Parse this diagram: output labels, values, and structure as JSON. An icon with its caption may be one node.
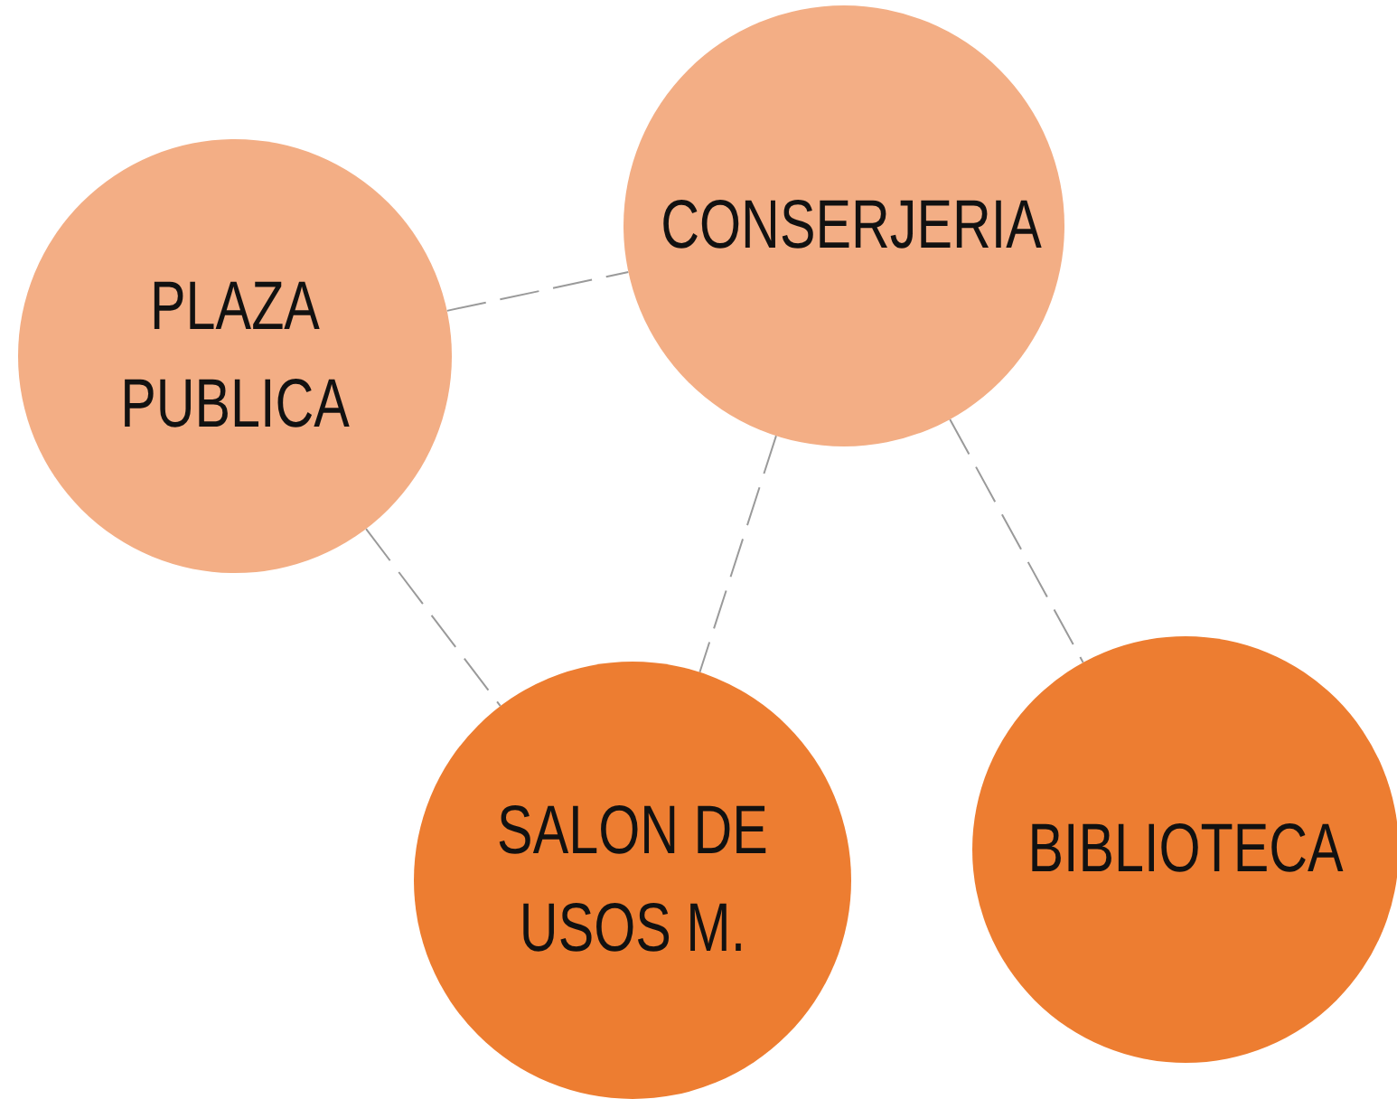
{
  "diagram": {
    "nodes": [
      {
        "text": [
          "CONSERJERIA"
        ]
      },
      {
        "text": [
          "PLAZA PUBLICA"
        ]
      },
      {
        "text": [
          "SALON DE USOS M."
        ]
      },
      {
        "text": [
          "BIBLIOTECA"
        ]
      }
    ],
    "edges": [
      {
        "from": 1,
        "to": 0,
        "arrow": "none",
        "style": "dashed"
      },
      {
        "from": 0,
        "to": 2,
        "arrow": "none",
        "style": "dashed"
      },
      {
        "from": 0,
        "to": 3,
        "arrow": "none",
        "style": "dashed"
      },
      {
        "from": 1,
        "to": 2,
        "arrow": "none",
        "style": "dashed"
      }
    ]
  }
}
